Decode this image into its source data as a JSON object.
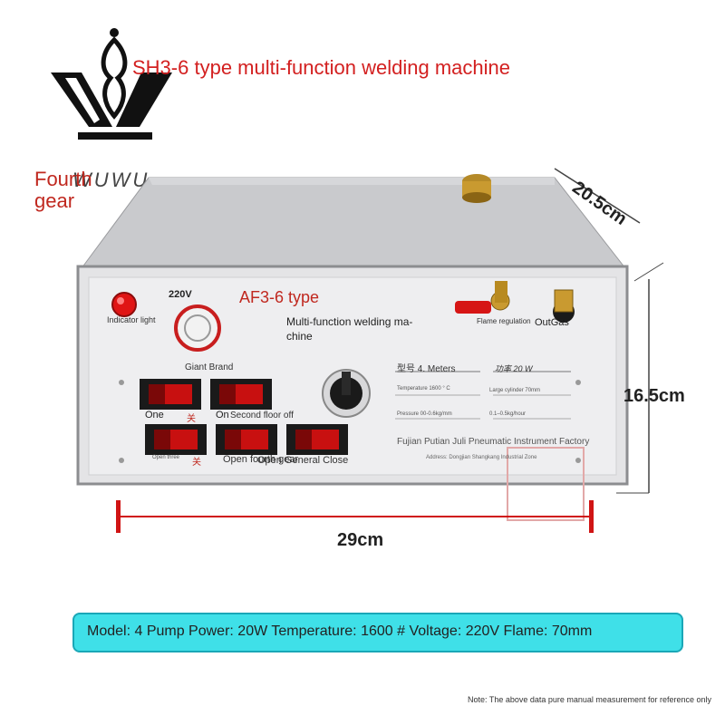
{
  "title": "SH3-6 type multi-function welding machine",
  "gear_label": "Fourth gear",
  "brand_word": "WUWU",
  "device": {
    "voltage": "220V",
    "indicator_label": "Indicator light",
    "model_title": "AF3-6 type",
    "subtitle_line1": "Multi-function welding ma-",
    "subtitle_line2": "chine",
    "brand_name": "Giant Brand",
    "flame_regulation": "Flame regulation",
    "out_gas": "OutGas",
    "plate_model": "型号 4. Meters",
    "plate_power": "功率  20  W",
    "plate_temp": "Temperature 1600 ° C",
    "plate_flame": "Large cylinder 70mm",
    "plate_pressure": "Pressure 00-0.6kg/mm",
    "plate_gas": "0.1–0.5kg/hour",
    "factory": "Fujian Putian Juli Pneumatic Instrument Factory",
    "address": "Address: Dongjian Shangkang Industrial Zone",
    "switch_one": "One",
    "switch_on": "On",
    "switch_second": "Second floor off",
    "switch_open_three": "Open three",
    "switch_open_fourth": "Open fourth gear",
    "switch_general": "Open General Close",
    "close_glyph": "关"
  },
  "dimensions": {
    "depth": "20.5cm",
    "height": "16.5cm",
    "width": "29cm"
  },
  "spec_line": "Model: 4 Pump Power: 20W Temperature: 1600 # Voltage: 220V Flame: 70mm",
  "note": "Note: The above data pure manual measurement for reference only",
  "colors": {
    "accent_red": "#c0281f",
    "spec_bar": "#3fe0e8",
    "panel": "#e4e4e6"
  }
}
